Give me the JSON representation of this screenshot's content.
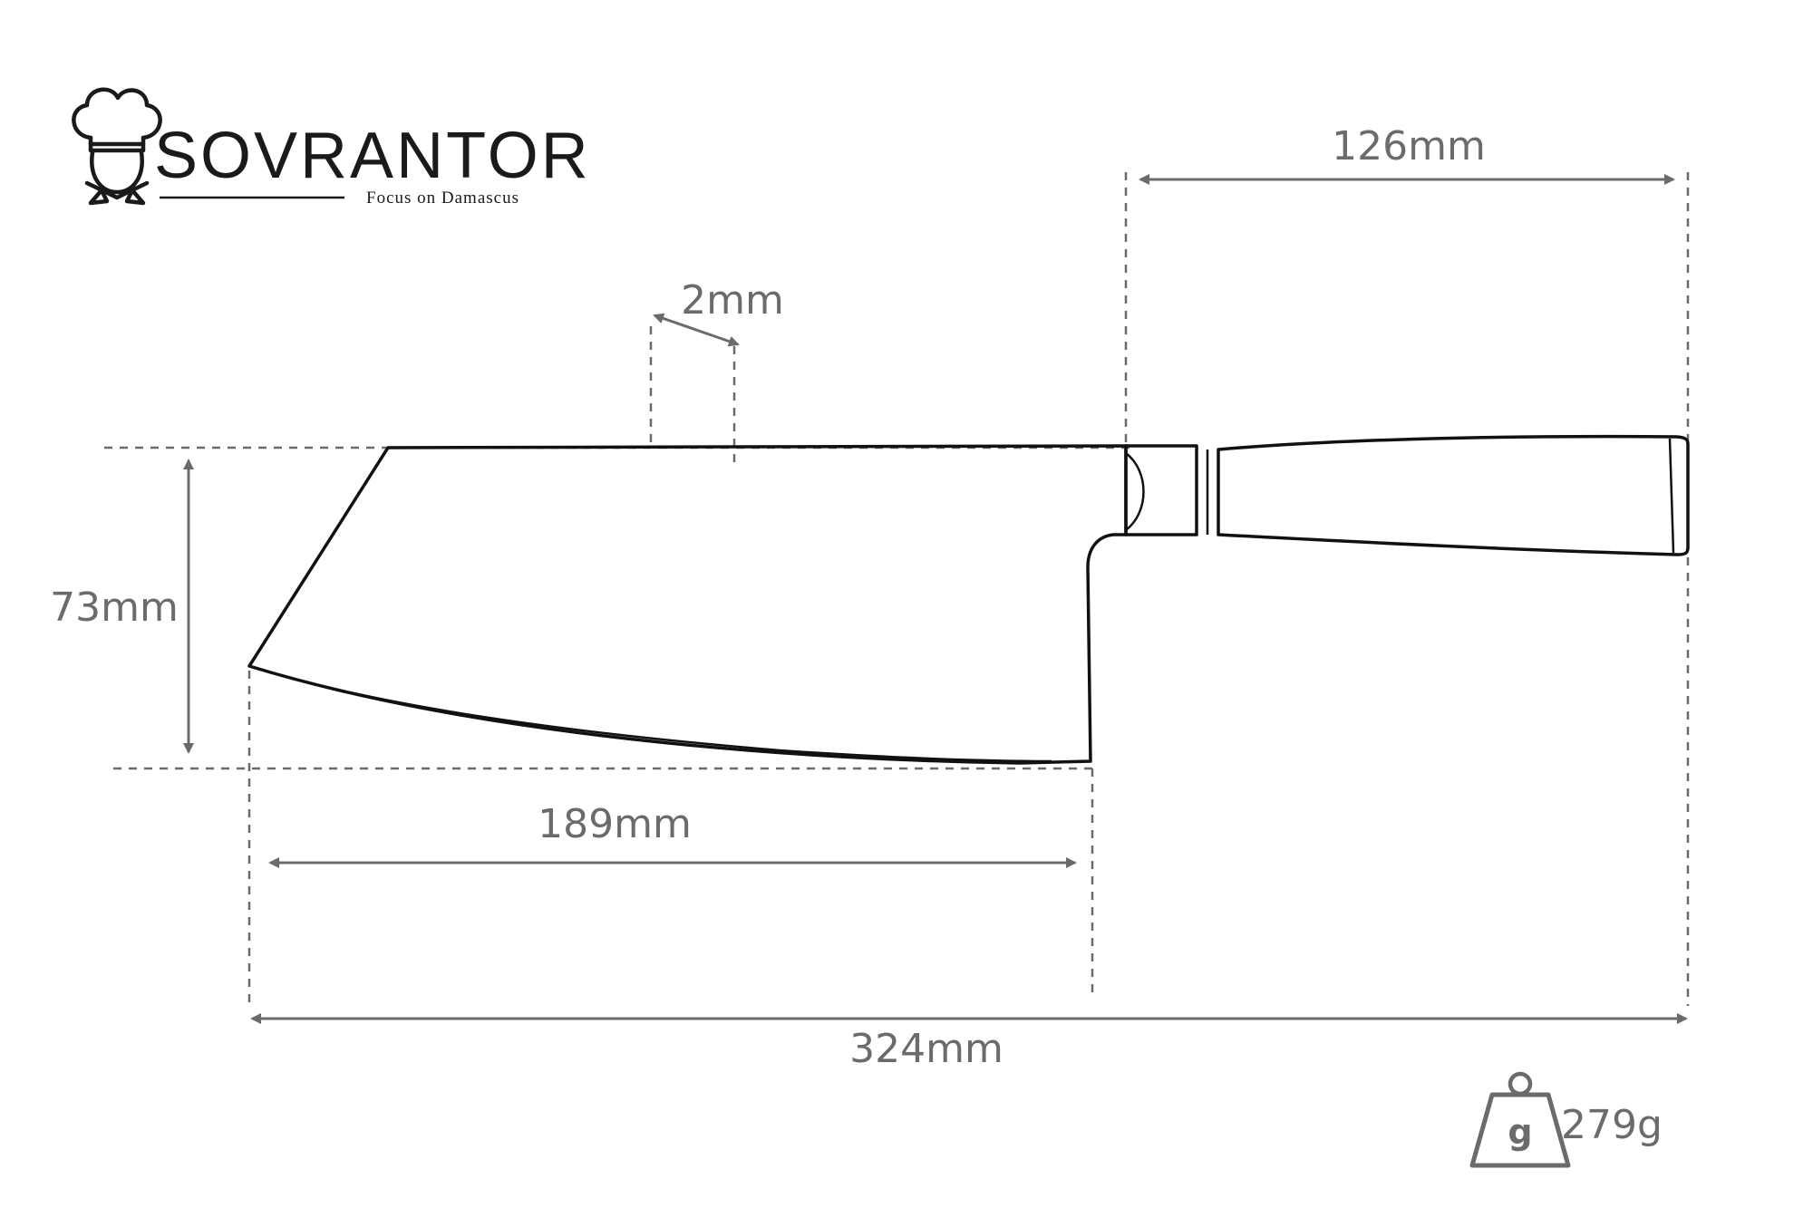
{
  "brand": {
    "name": "SOVRANTOR",
    "tagline": "Focus on Damascus"
  },
  "dimensions": {
    "handle_length": "126mm",
    "blade_thickness": "2mm",
    "blade_height": "73mm",
    "blade_length": "189mm",
    "total_length": "324mm"
  },
  "weight": {
    "icon_letter": "g",
    "value": "279g"
  },
  "colors": {
    "dimension_gray": "#6b6b6b",
    "outline_black": "#111111"
  },
  "icons": [
    "chef-hat-logo-icon",
    "weight-icon",
    "dimension-arrow-icon"
  ]
}
